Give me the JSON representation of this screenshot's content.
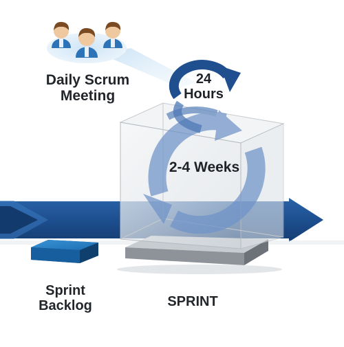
{
  "meeting_label": {
    "line1": "Daily Scrum",
    "line2": "Meeting"
  },
  "daily_cycle": {
    "line1": "24",
    "line2": "Hours"
  },
  "sprint_cycle": {
    "text": "2-4 Weeks"
  },
  "backlog_label": {
    "line1": "Sprint",
    "line2": "Backlog"
  },
  "sprint_label": {
    "text": "SPRINT"
  },
  "colors": {
    "arrow_blue": "#1f4f8e",
    "cycle_blue": "#6f93c8",
    "box_blue": "#1a6fb0",
    "people_shirt": "#2d73b8",
    "people_hair": "#7a4a22",
    "skin": "#f0c8a0",
    "halo": "#d7e9f7",
    "base_gray": "#8d9398"
  }
}
